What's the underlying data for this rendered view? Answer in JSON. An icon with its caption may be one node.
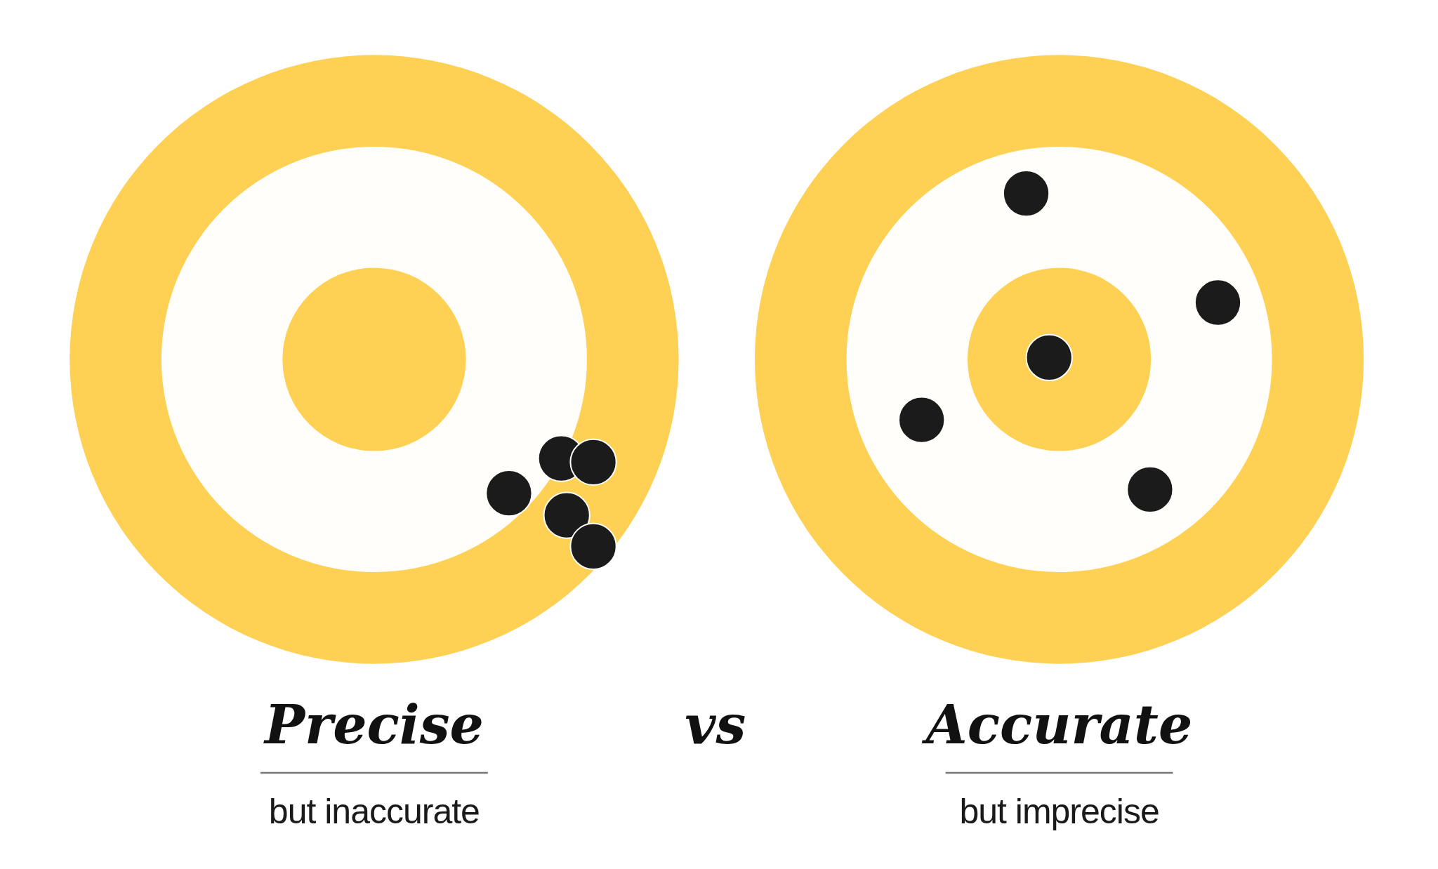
{
  "diagram": {
    "labels": [
      "Precise",
      "but inaccurate",
      "vs",
      "Accurate",
      "but imprecise"
    ]
  }
}
